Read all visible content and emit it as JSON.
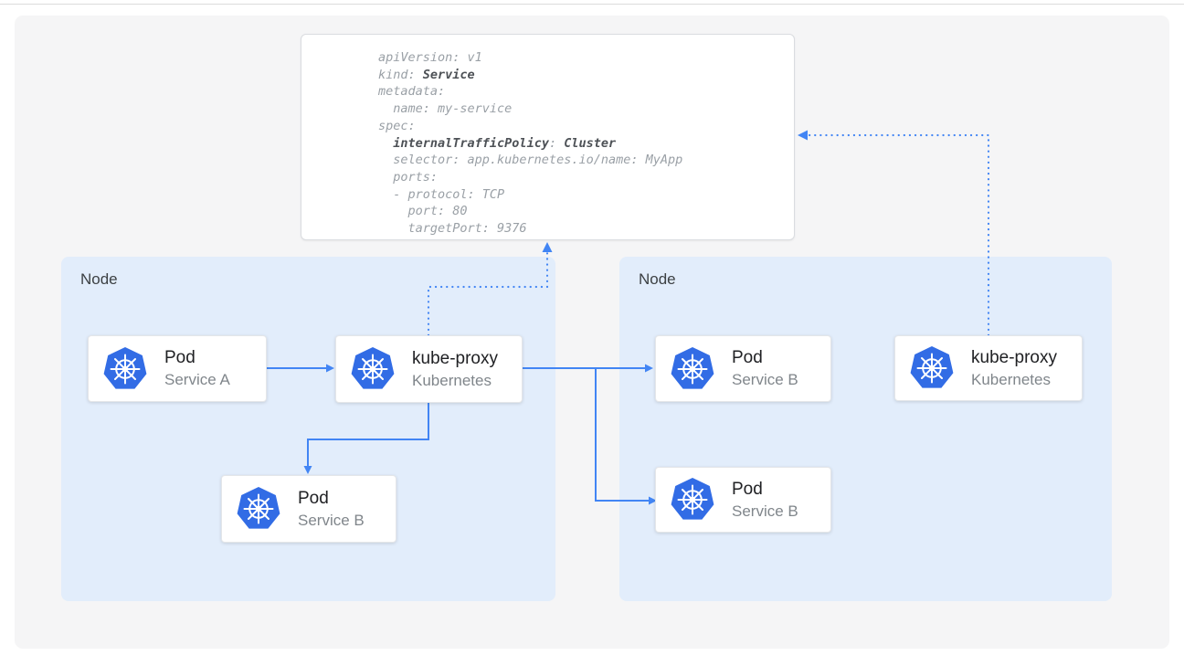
{
  "colors": {
    "panel_bg": "#f5f5f6",
    "node_bg": "#e2edfb",
    "arrow": "#4285f4",
    "k8s_blue": "#326ce5",
    "card_border": "#e4e6e9",
    "yaml_border": "#dadce0",
    "yaml_text": "#9aa0a6",
    "yaml_bold": "#4d5156",
    "title": "#202124",
    "subtitle": "#80868b",
    "node_label": "#3c4043",
    "divider": "#dcdcdc"
  },
  "yaml": {
    "lines": [
      [
        {
          "t": "apiVersion: v1"
        }
      ],
      [
        {
          "t": "kind: "
        },
        {
          "t": "Service",
          "b": true
        }
      ],
      [
        {
          "t": "metadata:"
        }
      ],
      [
        {
          "t": "  name: my-service"
        }
      ],
      [
        {
          "t": "spec:"
        }
      ],
      [
        {
          "t": "  "
        },
        {
          "t": "internalTrafficPolicy",
          "b": true
        },
        {
          "t": ": "
        },
        {
          "t": "Cluster",
          "b": true
        }
      ],
      [
        {
          "t": "  selector: app.kubernetes.io/name: MyApp"
        }
      ],
      [
        {
          "t": "  ports:"
        }
      ],
      [
        {
          "t": "  - protocol: TCP"
        }
      ],
      [
        {
          "t": "    port: 80"
        }
      ],
      [
        {
          "t": "    targetPort: 9376"
        }
      ]
    ]
  },
  "nodes": [
    {
      "label": "Node"
    },
    {
      "label": "Node"
    }
  ],
  "cards": [
    {
      "id": "pod-a",
      "title": "Pod",
      "subtitle": "Service A",
      "icon": "kubernetes-logo"
    },
    {
      "id": "kube-proxy-left",
      "title": "kube-proxy",
      "subtitle": "Kubernetes",
      "icon": "kubernetes-logo"
    },
    {
      "id": "pod-b-left",
      "title": "Pod",
      "subtitle": "Service B",
      "icon": "kubernetes-logo"
    },
    {
      "id": "pod-b-right-top",
      "title": "Pod",
      "subtitle": "Service B",
      "icon": "kubernetes-logo"
    },
    {
      "id": "pod-b-right-bottom",
      "title": "Pod",
      "subtitle": "Service B",
      "icon": "kubernetes-logo"
    },
    {
      "id": "kube-proxy-right",
      "title": "kube-proxy",
      "subtitle": "Kubernetes",
      "icon": "kubernetes-logo"
    }
  ]
}
